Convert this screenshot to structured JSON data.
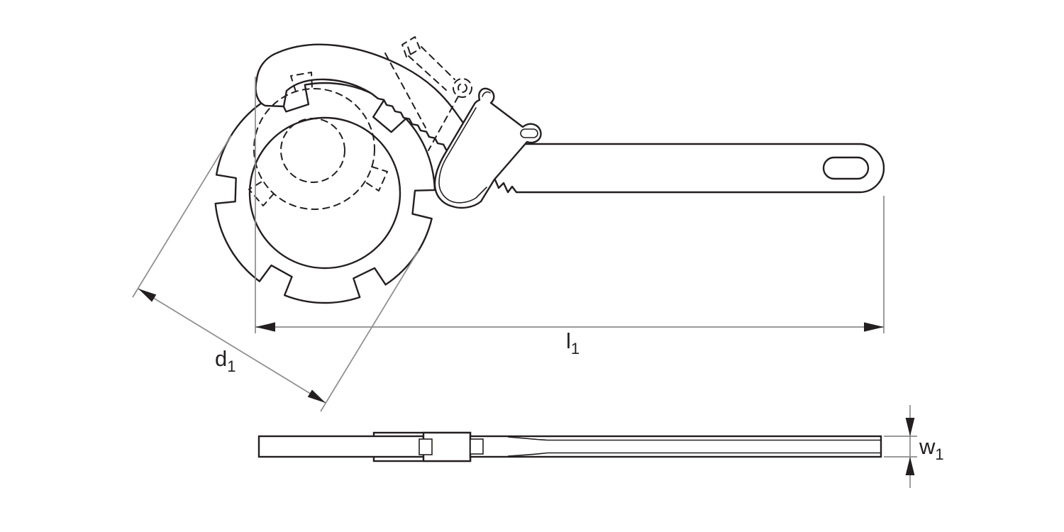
{
  "labels": {
    "diameter": {
      "symbol": "d",
      "sub": "1"
    },
    "length": {
      "symbol": "l",
      "sub": "1"
    },
    "width": {
      "symbol": "w",
      "sub": "1"
    }
  },
  "colors": {
    "background": "#ffffff",
    "line": "#231f20",
    "dimension_line": "#8c8c8c",
    "arrow": "#231f20",
    "label_text": "#231f20"
  }
}
